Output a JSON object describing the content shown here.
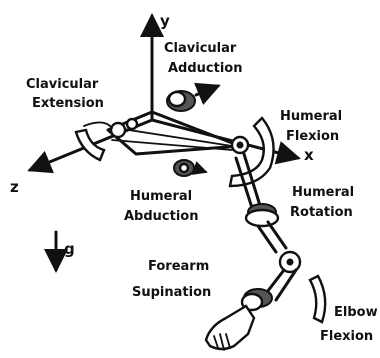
{
  "axes": {
    "y": "y",
    "x": "x",
    "z": "z",
    "gravity": "g"
  },
  "joints": {
    "clavicular_abduction": [
      "Clavicular",
      "Adduction"
    ],
    "clavicular_extension": [
      "Clavicular",
      "Extension"
    ],
    "humeral_flexion": [
      "Humeral",
      "Flexion"
    ],
    "humeral_abduction": [
      "Humeral",
      "Abduction"
    ],
    "humeral_rotation": [
      "Humeral",
      "Rotation"
    ],
    "forearm_supination": [
      "Forearm",
      "Supination"
    ],
    "elbow_flexion": [
      "Elbow",
      "Flexion"
    ]
  },
  "colors": {
    "ink": "#111111",
    "background": "#ffffff"
  }
}
